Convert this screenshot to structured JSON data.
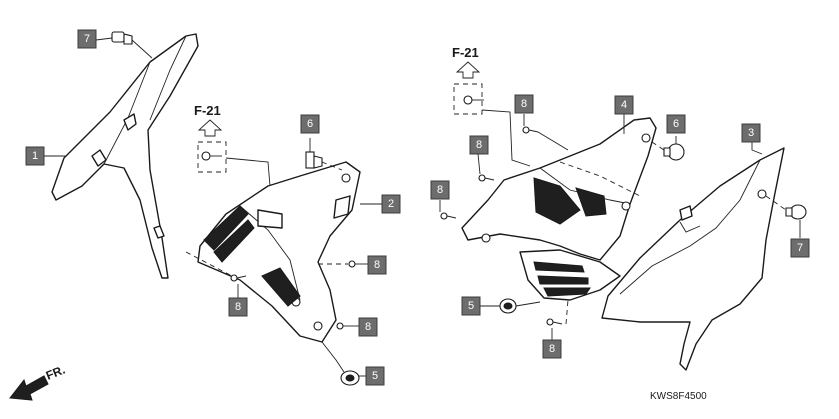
{
  "callouts": [
    {
      "id": "c1",
      "label": "1"
    },
    {
      "id": "c2",
      "label": "2"
    },
    {
      "id": "c3",
      "label": "3"
    },
    {
      "id": "c4",
      "label": "4"
    },
    {
      "id": "c5a",
      "label": "5"
    },
    {
      "id": "c5b",
      "label": "5"
    },
    {
      "id": "c6a",
      "label": "6"
    },
    {
      "id": "c6b",
      "label": "6"
    },
    {
      "id": "c7a",
      "label": "7"
    },
    {
      "id": "c7b",
      "label": "7"
    },
    {
      "id": "c8a",
      "label": "8"
    },
    {
      "id": "c8b",
      "label": "8"
    },
    {
      "id": "c8c",
      "label": "8"
    },
    {
      "id": "c8d",
      "label": "8"
    },
    {
      "id": "c8e",
      "label": "8"
    },
    {
      "id": "c8f",
      "label": "8"
    },
    {
      "id": "c8g",
      "label": "8"
    }
  ],
  "references": {
    "left": "F-21",
    "right": "F-21"
  },
  "direction_label": "FR.",
  "diagram_code": "KWS8F4500"
}
